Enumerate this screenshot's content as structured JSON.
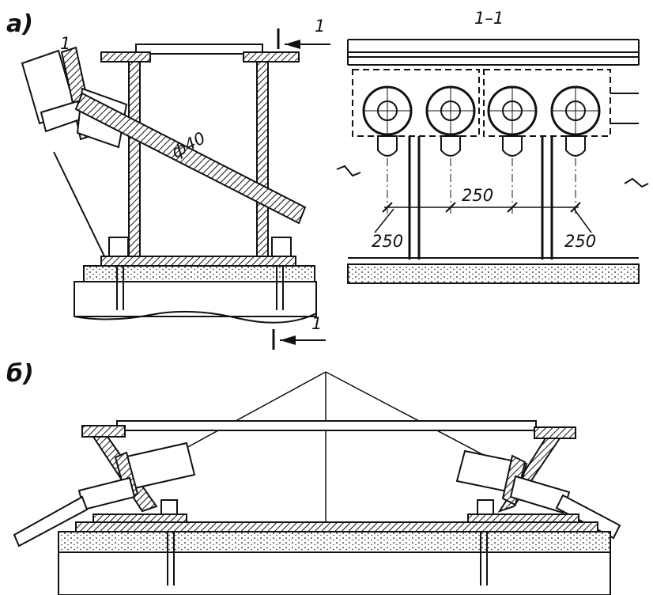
{
  "labels": {
    "view_a": "а)",
    "view_b": "б)",
    "section_title": "1–1",
    "item_number": "1",
    "cut_mark_top": "1",
    "cut_mark_bottom": "1",
    "rod_diameter": "ф40",
    "dim_center": "250",
    "dim_left": "250",
    "dim_right": "250"
  },
  "colors": {
    "ink": "#111111",
    "paper": "#ffffff"
  }
}
